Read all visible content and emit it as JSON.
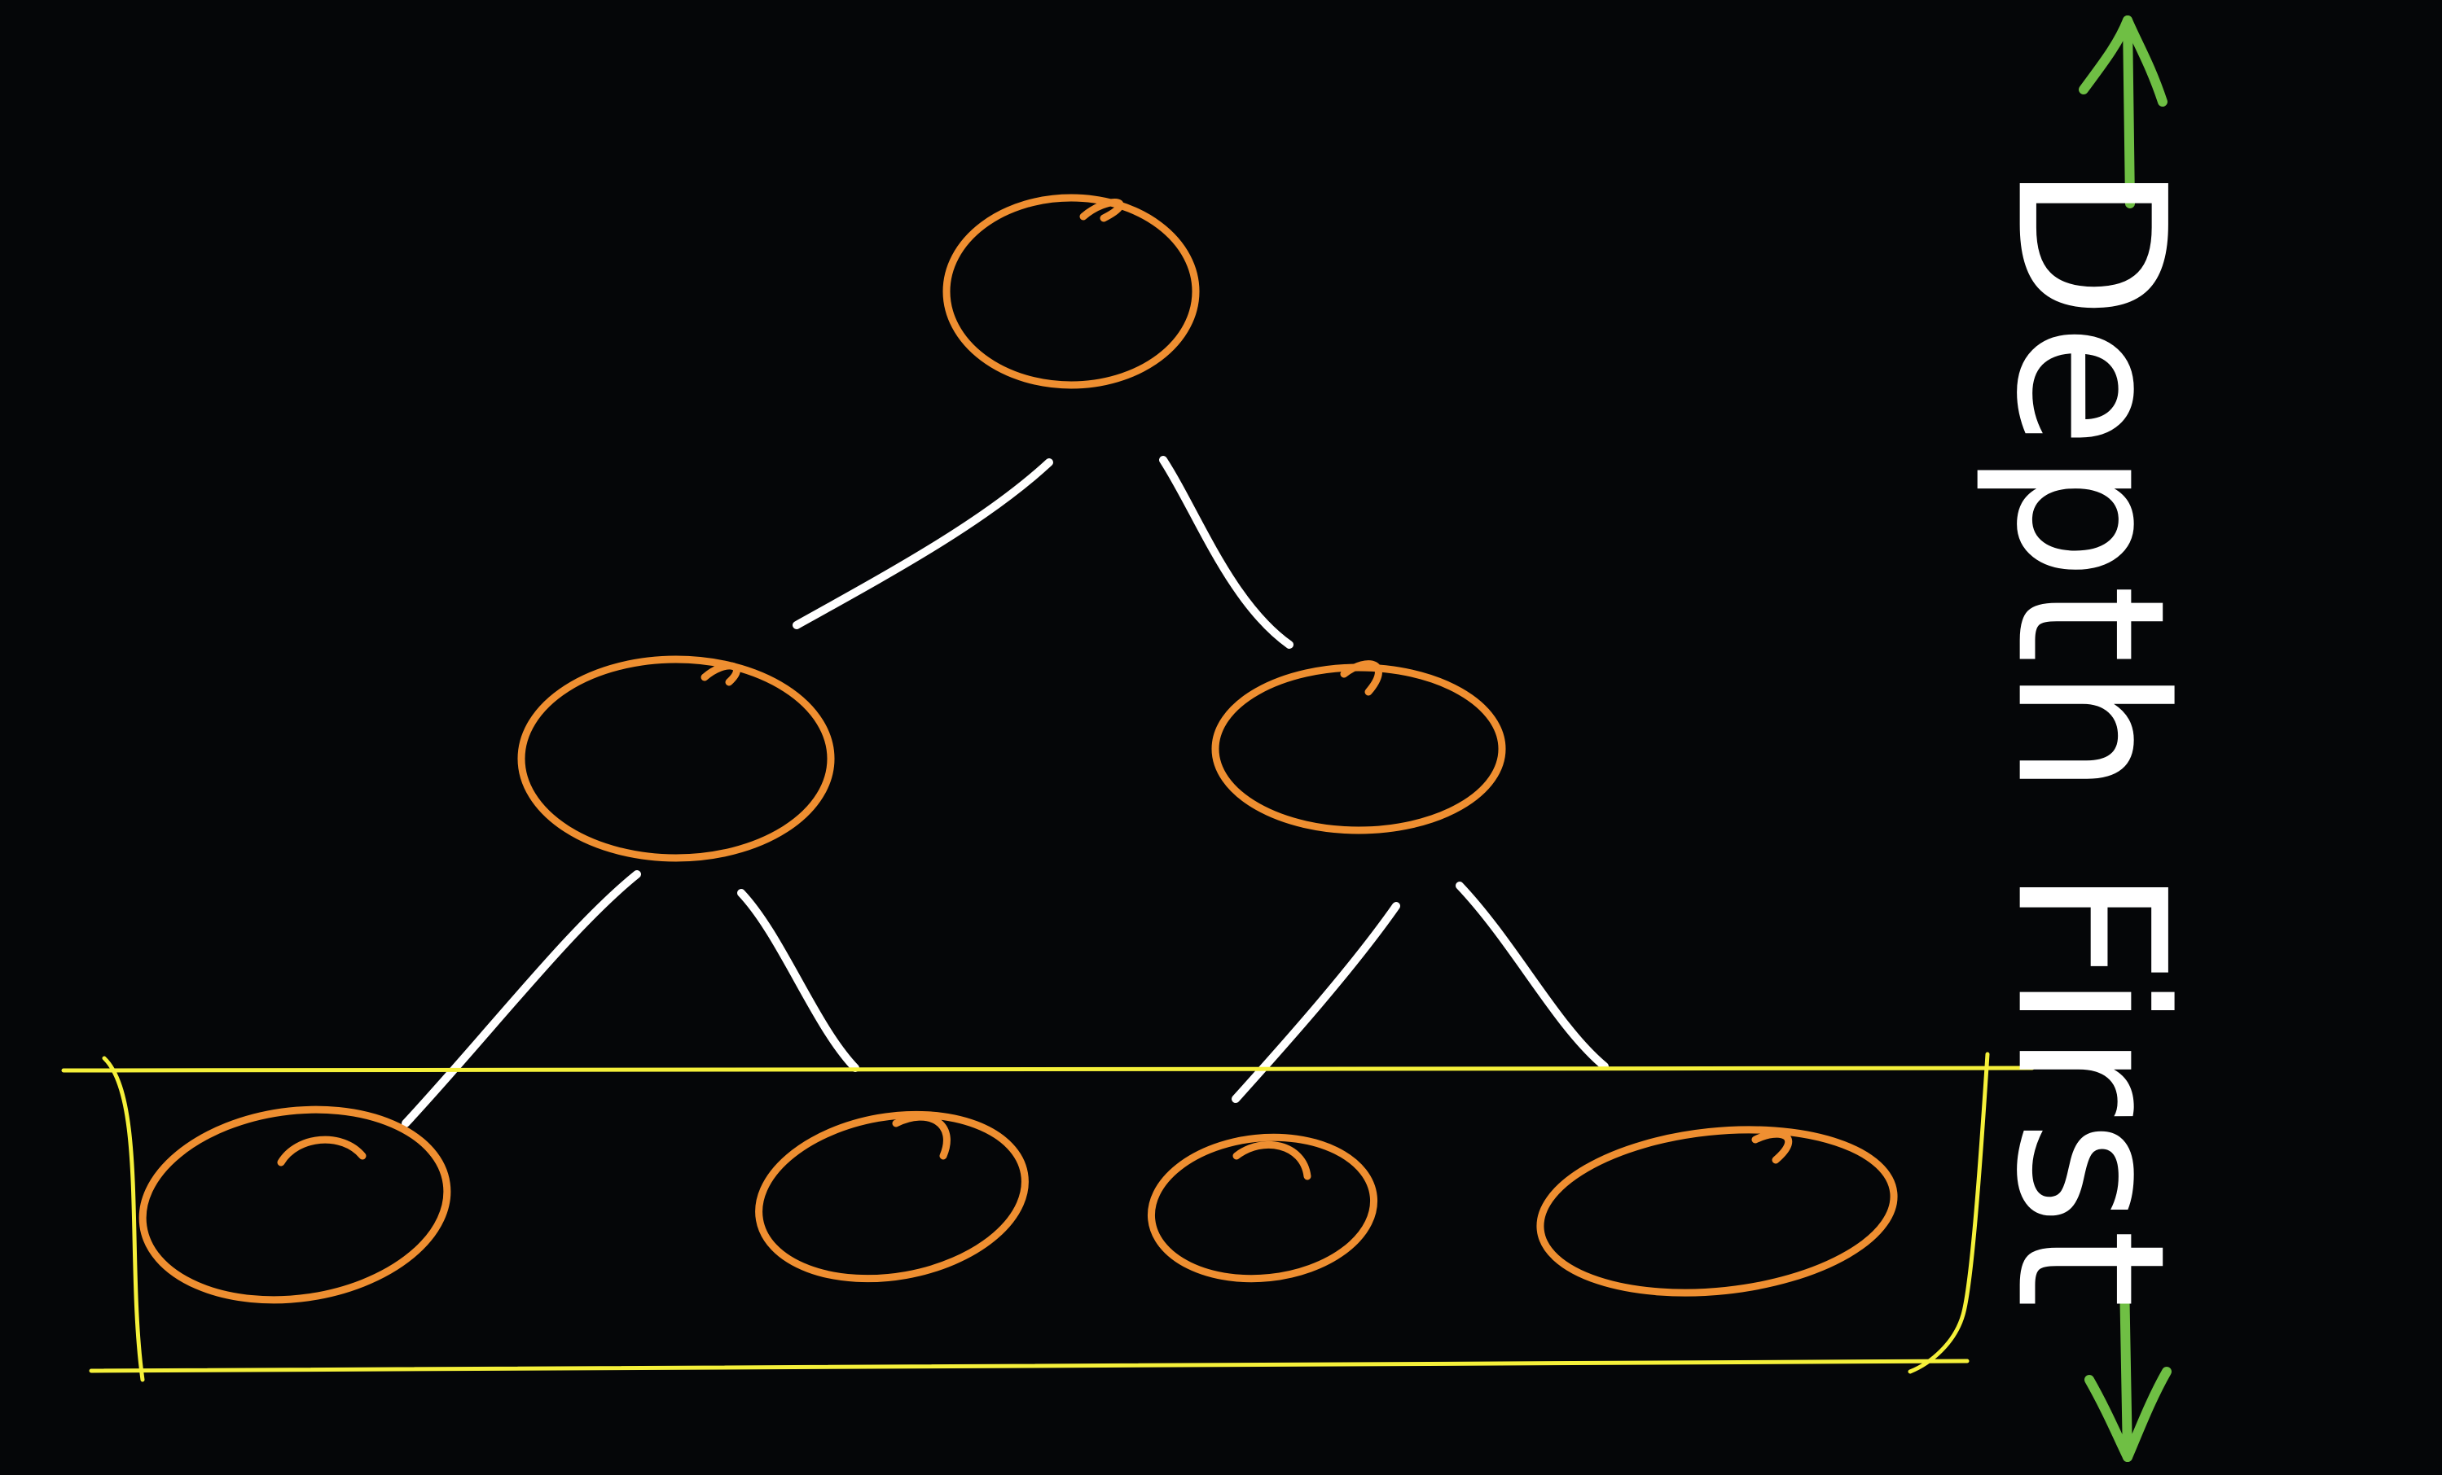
{
  "diagram": {
    "label": "Depth First",
    "colors": {
      "background": "#050608",
      "node": "#ef8f31",
      "edge": "#ffffff",
      "highlight": "#f5f03a",
      "arrow": "#6fbf44",
      "label": "#ffffff"
    },
    "tree": {
      "levels": 3,
      "nodes": [
        "root",
        "left",
        "right",
        "left-left",
        "left-right",
        "right-left",
        "right-right"
      ],
      "edges": [
        [
          "root",
          "left"
        ],
        [
          "root",
          "right"
        ],
        [
          "left",
          "left-left"
        ],
        [
          "left",
          "left-right"
        ],
        [
          "right",
          "right-left"
        ],
        [
          "right",
          "right-right"
        ]
      ],
      "highlighted_level": "bottom"
    },
    "arrows": [
      "up",
      "down"
    ]
  }
}
